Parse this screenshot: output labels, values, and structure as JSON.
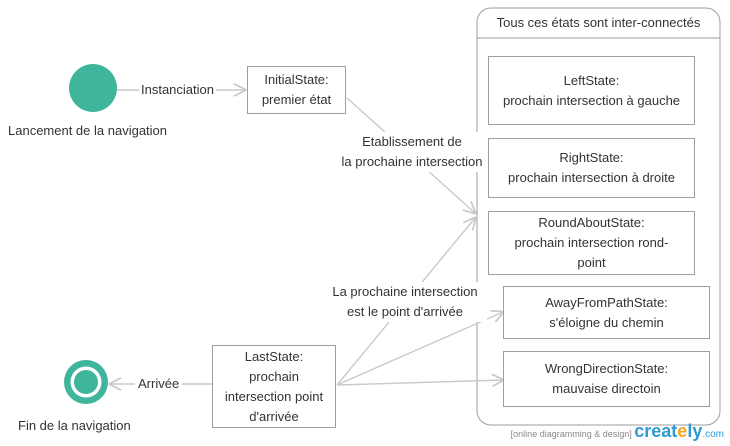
{
  "colors": {
    "start_node": "#3fb59b",
    "line": "#c9c9c9",
    "box_border": "#9e9e9e",
    "text": "#333333"
  },
  "start": {
    "label": "Lancement de la navigation"
  },
  "end": {
    "label": "Fin de la navigation"
  },
  "edges": {
    "instanciation": "Instanciation",
    "arrivee": "Arrivée",
    "etablissement_line1": "Etablissement de",
    "etablissement_line2": "la prochaine intersection",
    "last_line1": "La prochaine intersection",
    "last_line2": "est le point d'arrivée"
  },
  "states": {
    "initial": {
      "line1": "InitialState:",
      "line2": "premier état"
    },
    "last": {
      "line1": "LastState:",
      "line2": "prochain",
      "line3": "intersection point",
      "line4": "d'arrivée"
    }
  },
  "group": {
    "title": "Tous ces états sont inter-connectés",
    "left": {
      "line1": "LeftState:",
      "line2": "prochain intersection à gauche"
    },
    "right": {
      "line1": "RightState:",
      "line2": "prochain intersection à droite"
    },
    "roundabout": {
      "line1": "RoundAboutState:",
      "line2": "prochain intersection rond-",
      "line3": "point"
    },
    "away": {
      "line1": "AwayFromPathState:",
      "line2": "s'éloigne du chemin"
    },
    "wrong": {
      "line1": "WrongDirectionState:",
      "line2": "mauvaise directoin"
    }
  },
  "branding": {
    "tagline": "[online diagramming & design]",
    "logo_a": "creat",
    "logo_b": "e",
    "logo_c": "ly",
    "domain": ".com"
  }
}
